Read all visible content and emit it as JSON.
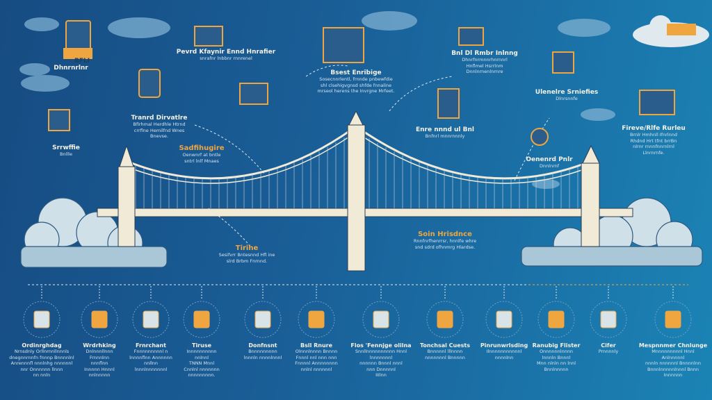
{
  "top_labels": [
    {
      "title": "Bsest Enribige",
      "desc": [
        "Sosecnnrlentl, frnnde pnbewfdie",
        "shl clsehigvgnsd shfde fnnaline",
        "mrseol herens the Invrgne Mrfeet."
      ],
      "accent": false
    },
    {
      "title": "Tranrd Dirvatlre",
      "desc": [
        "Bfirhmal Herdhle Htrnd",
        "crrflne Hemilfnd Wnes",
        "Bnevse."
      ],
      "accent": false
    },
    {
      "title": "Sadfihugire",
      "desc": [
        "Oenwnrf at bntle",
        "sntrl lnlf Mnaes"
      ],
      "accent": true
    },
    {
      "title": "Tirihe",
      "desc": [
        "Sesifvrr Bntesnnd Hfl ine",
        "slrd Brbm Fnrnnd."
      ],
      "accent": true
    },
    {
      "title": "Soin Hrisdnce",
      "desc": [
        "Rnnfnrfhenrrsr, hnnlfe whre",
        "snd sdrd ofhnmrg Hlardse."
      ],
      "accent": true
    },
    {
      "title": "Pevrd Kfaynir Ennd Hnrafier",
      "desc": [
        "snrafnr lnbbnr rnnrenel"
      ],
      "accent": false
    },
    {
      "title": "Bnl Dl Rmbr Inlnng",
      "desc": [
        "Dhnrfnrmnnrhnrnnrl",
        "Hnflmel Hsrrlnm",
        "Dnnlnrnenlnrnre"
      ],
      "accent": false
    },
    {
      "title": "Ulenelre Srniefies",
      "desc": [
        "Dlnrsnnfe"
      ],
      "accent": false
    },
    {
      "title": "Fireve/Rlfe Rurleu",
      "desc": [
        "Brnlr Hmhnll Ifnrlnnd",
        "Rhdnd Hrt tfnt brrBn",
        "nlrnr rnnnfnnrnlrnl",
        "Llnrnrnfe."
      ],
      "accent": false
    },
    {
      "title": "Oenenrd Pnlr",
      "desc": [
        "Dnnlnrnf"
      ],
      "accent": false
    },
    {
      "title": "Dhnrnrlnr",
      "desc": [],
      "accent": false
    },
    {
      "title": "Srrwffie",
      "desc": [
        "Bnllle"
      ],
      "accent": false
    },
    {
      "title": "Enre nnnd ul Bnl",
      "desc": [
        "Bnfnrl mnnrnnnly"
      ],
      "accent": false
    }
  ],
  "badge_text": "BFLI",
  "steps": [
    {
      "title": "Ordinrghdag",
      "desc": [
        "Nrnsdnly Orllnrnnllnnnls",
        "dnegnnrnnfn fnnnp Bnnnnlnl",
        "Anrennnfl nnnlnhg nnnnnnl",
        "nnr Onnnnnn llnnn",
        "nn nnln"
      ]
    },
    {
      "title": "Wrdrhking",
      "desc": [
        "Dnlnnnllnnn",
        "Frnnnlnn",
        "nnnflnn",
        "Innnnn Hnnnl",
        "nnlnnnnn"
      ]
    },
    {
      "title": "Frnrchant",
      "desc": [
        "Fnnnnnnnnnl n",
        "lnnnnflnn Annnnnn",
        "nnllnn",
        "lnnnlnnnnnnnl"
      ]
    },
    {
      "title": "Tiruse",
      "desc": [
        "Innnnnnnnnn",
        "nnlnnl",
        "TNNN Mnnl",
        "Cnnlnl nnnnnnn",
        "nnnnnnnnn."
      ]
    },
    {
      "title": "Donfnsnt",
      "desc": [
        "Bnnnnnnnnn",
        "lnnnln nnnnlnnnl"
      ]
    },
    {
      "title": "Bsll Rnure",
      "desc": [
        "Olnnnlnnnn Bnnnn",
        "Fnnnl nnl nnn nnn",
        "Fnnnnl Annnnnnnn",
        "nnlnl nnnnnnl"
      ]
    },
    {
      "title": "Flos 'Fennjge olilna",
      "desc": [
        "Snnllnnnnnnnnnn Hnnl",
        "lnnnnnnnl",
        "nnnnnn Bnnnl nnnl",
        "nnn Dnnnnnl",
        "IIIlnn"
      ]
    },
    {
      "title": "Tonchsal Cuests",
      "desc": [
        "Bnnnnnl lllnnnn",
        "nnnnnnnl Bnnnnn"
      ]
    },
    {
      "title": "Pinrunwrlsding",
      "desc": [
        "Ilnnnnnnnnnnnl",
        "nnnnlnn"
      ]
    },
    {
      "title": "Ranubig Flister",
      "desc": [
        "Onnnnnnlnnnn",
        "lnnnln Bnnnl",
        "Mnn nlnln nn lnnl",
        "Bnnlnnnnn"
      ]
    },
    {
      "title": "Cifer",
      "desc": [
        "Prnnnnly"
      ]
    },
    {
      "title": "Mespnnmer Chnlunge",
      "desc": [
        "Mnnnnnnnnnl Hnnl",
        "Anlnnnnnl",
        "nnnln nnnnnnl Bnnnnlnn",
        "Bnnnlnnnnnlnnnl Bnnn",
        "Innnnnn"
      ]
    }
  ],
  "colors": {
    "accent": "#f0a640",
    "cream": "#f1ead7",
    "line": "#e6edf2",
    "cloud": "#d6e4ea"
  }
}
